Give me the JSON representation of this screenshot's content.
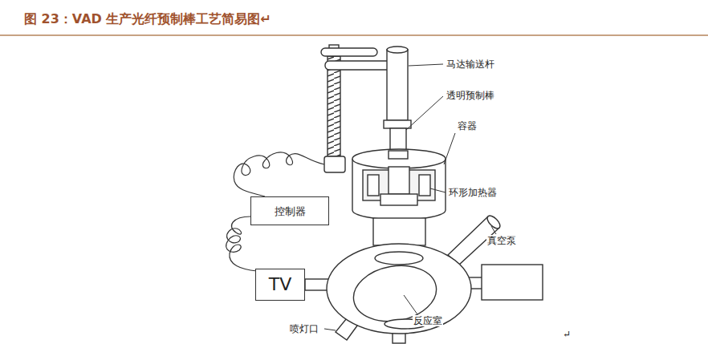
{
  "diagram": {
    "title": "图 23：VAD 生产光纤预制棒工艺简易图↵",
    "nodes": [
      {
        "text": [
          "控制器"
        ]
      },
      {
        "text": [
          "TV"
        ]
      }
    ],
    "labels": [
      "马达输送杆",
      "透明预制棒",
      "容器",
      "环形加热器",
      "真空泵",
      "反应室",
      "喷灯口",
      "↵"
    ]
  }
}
